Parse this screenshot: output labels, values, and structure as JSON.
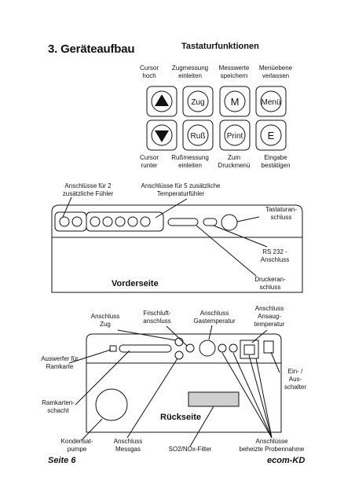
{
  "heading": "3. Geräteaufbau",
  "keypad": {
    "title": "Tastaturfunktionen",
    "top_labels": [
      "Cursor\nhoch",
      "Zugmessung\neinleiten",
      "Messwerte\nspeichern",
      "Menüebene\nverlassen"
    ],
    "bottom_labels": [
      "Cursor\nrunter",
      "Rußmessung\neinleiten",
      "Zum\nDruckmenü",
      "Eingabe\nbestätigen"
    ],
    "keys": {
      "up": "up-arrow-icon",
      "zug": "Zug",
      "m": "M",
      "menu": "Menü",
      "down": "down-arrow-icon",
      "russ": "Ruß",
      "print": "Print",
      "e": "E"
    }
  },
  "front": {
    "title": "Vorderseite",
    "labels": {
      "two_sensors": "Anschlüsse für 2\nzusätzliche Fühler",
      "five_sensors": "Anschlüsse für 5 zusätzliche\nTemperaturfühler",
      "keyboard": "Tastaturan-\nschluss",
      "rs232": "RS 232 -\nAnschluss",
      "printer": "Druckeran-\nschluss"
    }
  },
  "rear": {
    "title": "Rückseite",
    "labels": {
      "draft": "Anschluss\nZug",
      "fresh_air": "Frischluft-\nanschluss",
      "gas_temp": "Anschluss\nGastemperatur",
      "intake_temp": "Anschluss\nAnsaug-\ntemperatur",
      "ejector": "Auswerfer für\nRamkarte",
      "power": "Ein- /\nAus-\nschalter",
      "card_slot": "Ramkarten-\nschacht",
      "pump": "Kondensat-\npumpe",
      "sample_gas": "Anschluss\nMessgas",
      "filter": "SO2/NOx-Filter",
      "heated": "Anschlüsse\nbeheizte Probennahme"
    }
  },
  "footer": {
    "left": "Seite 6",
    "right": "ecom-KD"
  }
}
